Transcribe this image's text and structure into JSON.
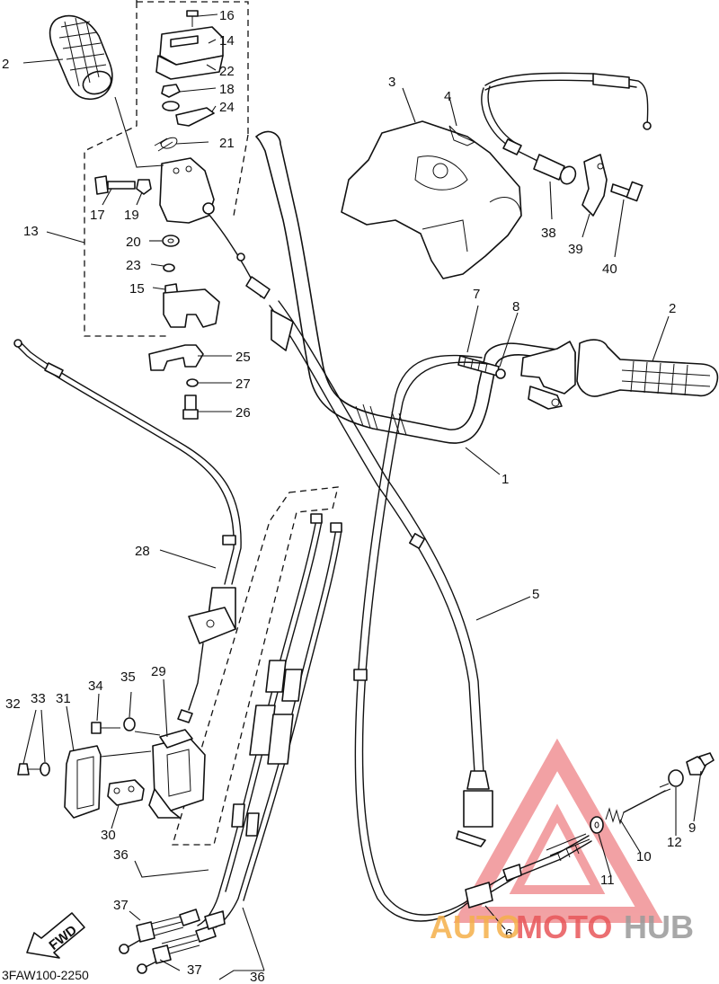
{
  "drawing_code": "3FAW100-2250",
  "fwd_label": "FWD",
  "watermark": {
    "part1": "AUTO",
    "part2": "MOTO",
    "part3": "HUB",
    "colors": {
      "orange": "#f5b04a",
      "red": "#e8565a",
      "gray": "#9a9a9a"
    }
  },
  "callouts": [
    {
      "id": "c1",
      "label": "1"
    },
    {
      "id": "c2a",
      "label": "2"
    },
    {
      "id": "c2b",
      "label": "2"
    },
    {
      "id": "c3",
      "label": "3"
    },
    {
      "id": "c4",
      "label": "4"
    },
    {
      "id": "c5",
      "label": "5"
    },
    {
      "id": "c6",
      "label": "6"
    },
    {
      "id": "c7",
      "label": "7"
    },
    {
      "id": "c8",
      "label": "8"
    },
    {
      "id": "c9",
      "label": "9"
    },
    {
      "id": "c10",
      "label": "10"
    },
    {
      "id": "c11",
      "label": "11"
    },
    {
      "id": "c12",
      "label": "12"
    },
    {
      "id": "c13",
      "label": "13"
    },
    {
      "id": "c14",
      "label": "14"
    },
    {
      "id": "c15",
      "label": "15"
    },
    {
      "id": "c16",
      "label": "16"
    },
    {
      "id": "c17",
      "label": "17"
    },
    {
      "id": "c18",
      "label": "18"
    },
    {
      "id": "c19",
      "label": "19"
    },
    {
      "id": "c20",
      "label": "20"
    },
    {
      "id": "c21",
      "label": "21"
    },
    {
      "id": "c22",
      "label": "22"
    },
    {
      "id": "c23",
      "label": "23"
    },
    {
      "id": "c24",
      "label": "24"
    },
    {
      "id": "c25",
      "label": "25"
    },
    {
      "id": "c26",
      "label": "26"
    },
    {
      "id": "c27",
      "label": "27"
    },
    {
      "id": "c28",
      "label": "28"
    },
    {
      "id": "c29",
      "label": "29"
    },
    {
      "id": "c30",
      "label": "30"
    },
    {
      "id": "c31",
      "label": "31"
    },
    {
      "id": "c32",
      "label": "32"
    },
    {
      "id": "c33",
      "label": "33"
    },
    {
      "id": "c34",
      "label": "34"
    },
    {
      "id": "c35",
      "label": "35"
    },
    {
      "id": "c36a",
      "label": "36"
    },
    {
      "id": "c36b",
      "label": "36"
    },
    {
      "id": "c37a",
      "label": "37"
    },
    {
      "id": "c37b",
      "label": "37"
    },
    {
      "id": "c38",
      "label": "38"
    },
    {
      "id": "c39",
      "label": "39"
    },
    {
      "id": "c40",
      "label": "40"
    }
  ]
}
